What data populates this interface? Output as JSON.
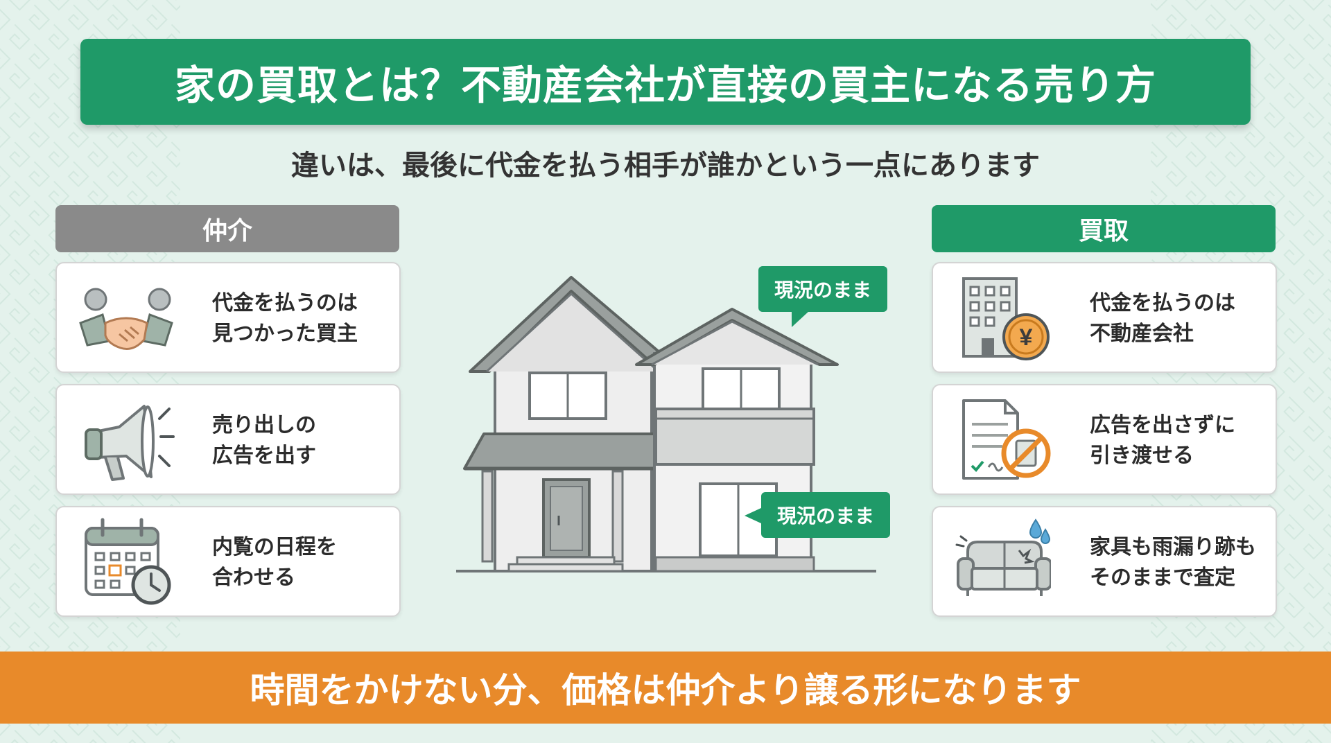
{
  "title": "家の買取とは？不動産会社が直接の買主になる売り方",
  "subtitle": "違いは、最後に代金を払う相手が誰かという一点にあります",
  "left_column": {
    "header": "仲介",
    "cards": [
      {
        "icon": "handshake-icon",
        "text": "代金を払うのは\n見つかった買主"
      },
      {
        "icon": "megaphone-icon",
        "text": "売り出しの\n広告を出す"
      },
      {
        "icon": "calendar-clock-icon",
        "text": "内覧の日程を\n合わせる"
      }
    ]
  },
  "right_column": {
    "header": "買取",
    "cards": [
      {
        "icon": "building-yen-icon",
        "text": "代金を払うのは\n不動産会社"
      },
      {
        "icon": "no-advertising-icon",
        "text": "広告を出さずに\n引き渡せる"
      },
      {
        "icon": "damaged-sofa-icon",
        "text": "家具も雨漏り跡も\nそのままで査定"
      }
    ]
  },
  "house": {
    "callouts": [
      "現況のまま",
      "現況のまま"
    ]
  },
  "bottom_banner": "時間をかけない分、価格は仲介より譲る形になります",
  "colors": {
    "green": "#1f9a68",
    "gray": "#8a8a8a",
    "orange": "#e88a2a",
    "background": "#e4f2ec"
  }
}
